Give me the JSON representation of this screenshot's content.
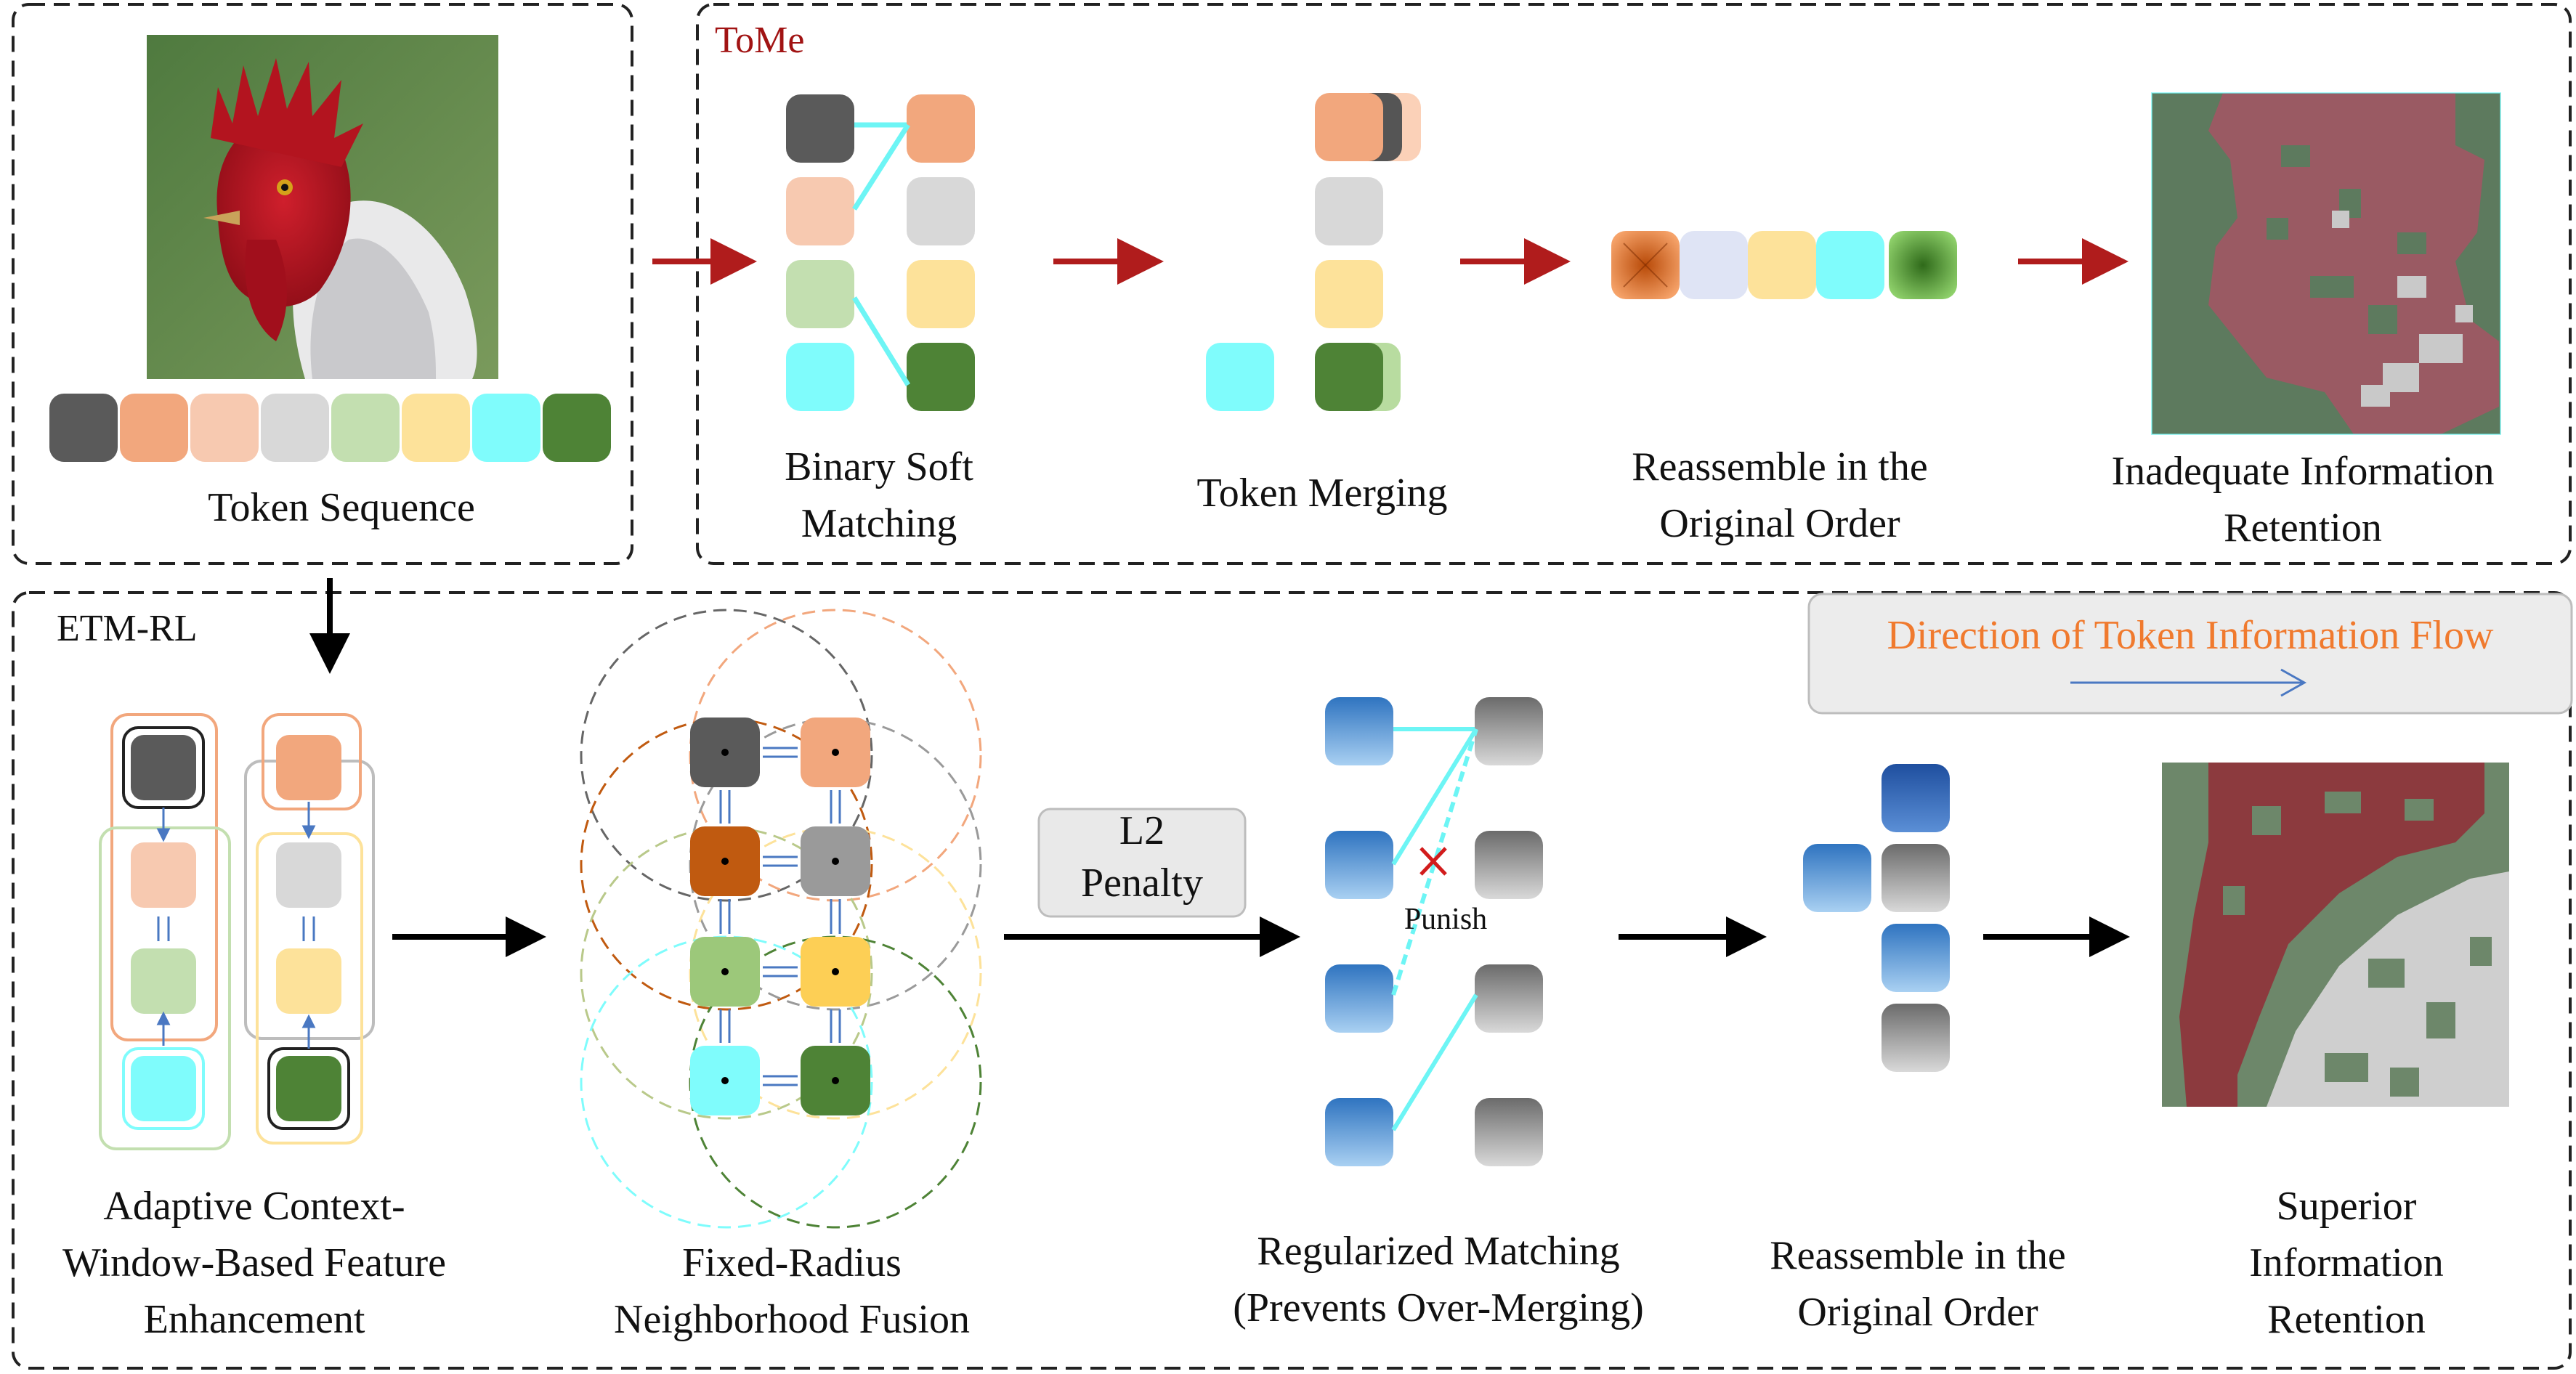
{
  "top_left": {
    "label": "Token Sequence",
    "token_colors": [
      "#5a5a5a",
      "#f2a77d",
      "#f7c9b0",
      "#d8d8d8",
      "#c3dfb0",
      "#fde29a",
      "#7ffcfc",
      "#4e8336"
    ]
  },
  "tome": {
    "title": "ToMe",
    "title_color": "#a11313",
    "steps": {
      "binary_soft_matching": {
        "line1": "Binary Soft",
        "line2": "Matching"
      },
      "token_merging": {
        "line1": "Token Merging"
      },
      "reassemble": {
        "line1": "Reassemble in the",
        "line2": "Original Order"
      },
      "inadequate": {
        "line1": "Inadequate Information",
        "line2": "Retention"
      }
    }
  },
  "etm": {
    "title": "ETM-RL",
    "legend": {
      "text": "Direction of Token Information Flow",
      "text_color": "#f07a2e",
      "arrow_color": "#4a78c2"
    },
    "penalty": {
      "line1": "L2",
      "line2": "Penalty"
    },
    "punish": "Punish",
    "steps": {
      "adaptive": {
        "line1": "Adaptive Context-",
        "line2": "Window-Based Feature",
        "line3": "Enhancement"
      },
      "fixed_radius": {
        "line1": "Fixed-Radius",
        "line2": "Neighborhood Fusion"
      },
      "regularized": {
        "line1": "Regularized Matching",
        "line2": "(Prevents Over-Merging)"
      },
      "reassemble": {
        "line1": "Reassemble in the",
        "line2": "Original Order"
      },
      "superior": {
        "line1": "Superior",
        "line2": "Information",
        "line3": "Retention"
      }
    }
  },
  "colors": {
    "tome_arrow": "#b01c1c",
    "etm_arrow": "#000000",
    "match_line": "#6df5f5",
    "blue_token": "#3f86cc",
    "gray_token": "#8c8c8c",
    "mask_red": "#9a5a63",
    "mask_green": "#5d7a5e"
  }
}
